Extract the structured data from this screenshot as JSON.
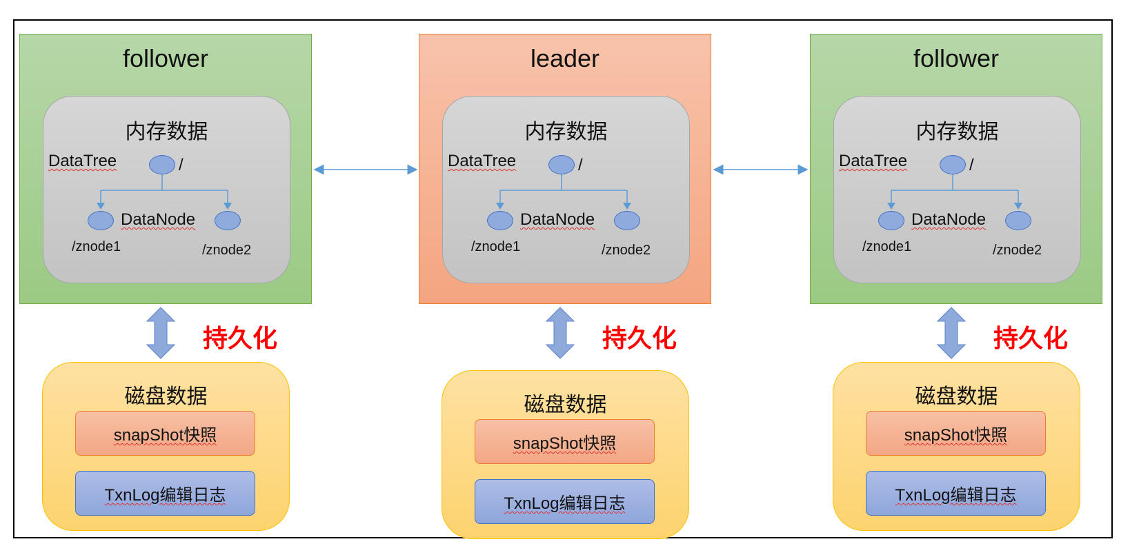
{
  "columns": [
    {
      "role": "follower",
      "memory_title": "内存数据",
      "tree_label": "DataTree",
      "root_label": "/",
      "node_label": "DataNode",
      "child1": "/znode1",
      "child2": "/znode2",
      "persist_label": "持久化",
      "disk_title": "磁盘数据",
      "snapshot_label": "snapShot快照",
      "txnlog_label": "TxnLog编辑日志"
    },
    {
      "role": "leader",
      "memory_title": "内存数据",
      "tree_label": "DataTree",
      "root_label": "/",
      "node_label": "DataNode",
      "child1": "/znode1",
      "child2": "/znode2",
      "persist_label": "持久化",
      "disk_title": "磁盘数据",
      "snapshot_label": "snapShot快照",
      "txnlog_label": "TxnLog编辑日志"
    },
    {
      "role": "follower",
      "memory_title": "内存数据",
      "tree_label": "DataTree",
      "root_label": "/",
      "node_label": "DataNode",
      "child1": "/znode1",
      "child2": "/znode2",
      "persist_label": "持久化",
      "disk_title": "磁盘数据",
      "snapshot_label": "snapShot快照",
      "txnlog_label": "TxnLog编辑日志"
    }
  ],
  "colors": {
    "follower": "#9bca84",
    "leader": "#f4a580",
    "memory": "#c8c8c8",
    "disk": "#fdd36f",
    "persist": "#ff0000",
    "arrow": "#5b9bd5"
  }
}
